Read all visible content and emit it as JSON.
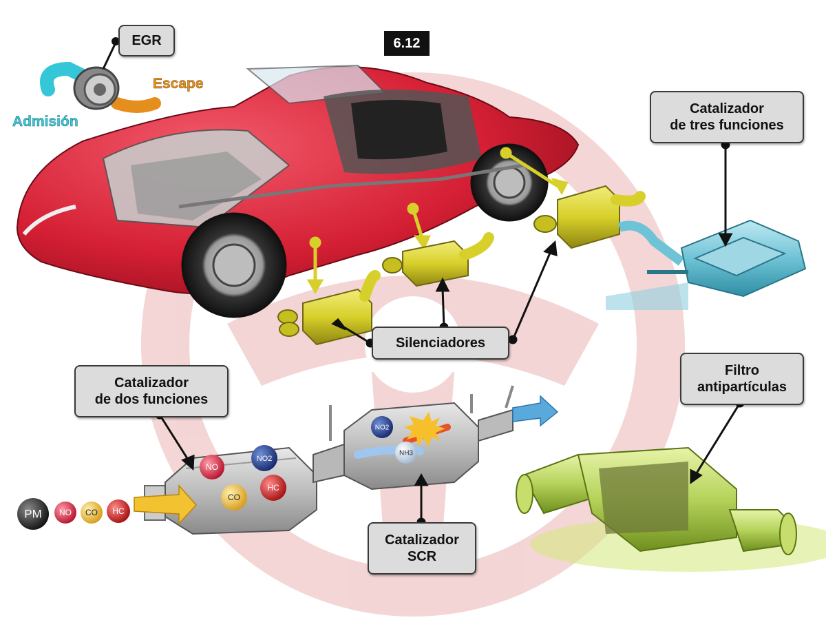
{
  "figure_number": "6.12",
  "labels": {
    "egr": "EGR",
    "escape": "Escape",
    "admision": "Admisión",
    "three_way_line1": "Catalizador",
    "three_way_line2": "de tres funciones",
    "silencers": "Silenciadores",
    "two_way_line1": "Catalizador",
    "two_way_line2": "de dos funciones",
    "dpf_line1": "Filtro",
    "dpf_line2": "antipartículas",
    "scr_line1": "Catalizador",
    "scr_line2": "SCR"
  },
  "molecules": {
    "pm": "PM",
    "no": "NO",
    "co": "CO",
    "hc": "HC",
    "no2": "NO2",
    "nh3": "NH3"
  },
  "colors": {
    "car_body": "#d51f34",
    "muffler": "#d8d02a",
    "three_way_catalyst": "#6fc3d6",
    "particle_filter": "#b5d35a",
    "admision_text": "#3fc6d9",
    "escape_text": "#e8901c",
    "label_bg": "#dcdcdc",
    "flow_arrow": "#f2c230",
    "outlet_arrow": "#5aa9dd"
  },
  "icons": [
    "egr-valve-icon",
    "muffler-icon",
    "three-way-catalyst-icon",
    "two-way-catalyst-icon",
    "scr-catalyst-icon",
    "particle-filter-icon",
    "car-illustration",
    "watermark-logo"
  ]
}
